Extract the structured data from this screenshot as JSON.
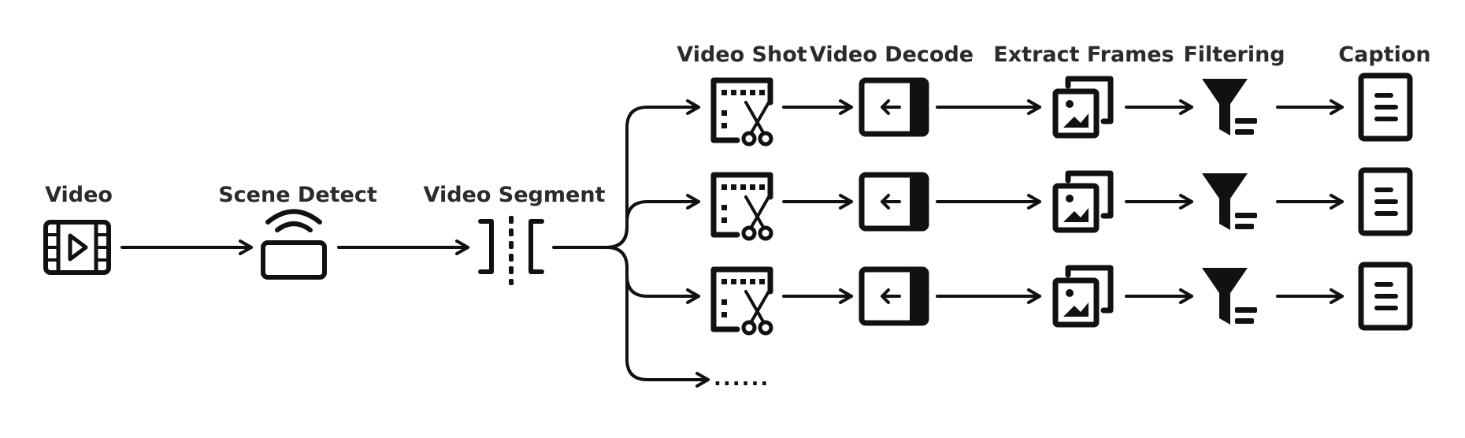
{
  "labels": {
    "video": "Video",
    "scene_detect": "Scene Detect",
    "video_segment": "Video Segment",
    "video_shot": "Video Shot",
    "video_decode": "Video Decode",
    "extract_frames": "Extract Frames",
    "filtering": "Filtering",
    "caption": "Caption"
  },
  "branch_count": 3,
  "continuation": "......",
  "icons": [
    "film-strip-play-icon",
    "scene-detect-sensor-icon",
    "segment-split-icon",
    "video-shot-cut-icon",
    "video-decode-icon",
    "extract-frames-icon",
    "filter-funnel-icon",
    "caption-document-icon"
  ]
}
